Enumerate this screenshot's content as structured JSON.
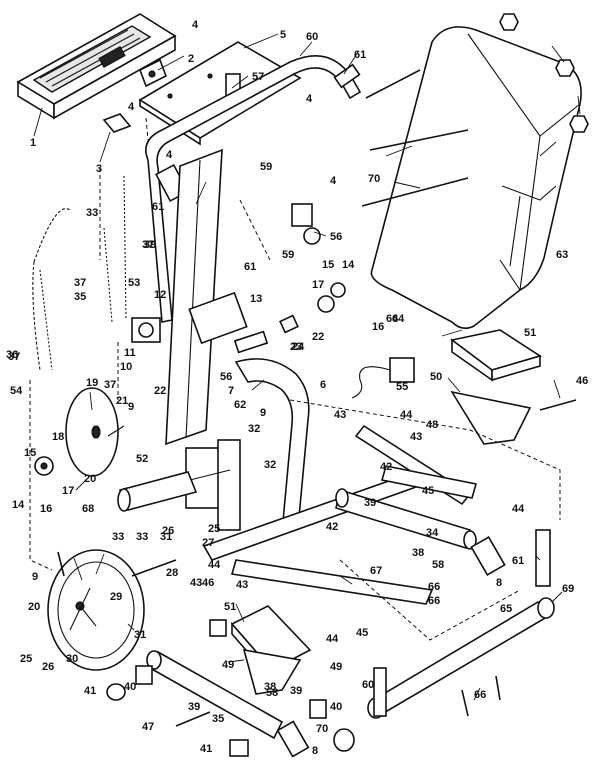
{
  "diagram": {
    "callouts": [
      {
        "id": "c1",
        "label": "1"
      },
      {
        "id": "c2",
        "label": "2"
      },
      {
        "id": "c3",
        "label": "3"
      },
      {
        "id": "c4a",
        "label": "4"
      },
      {
        "id": "c4b",
        "label": "4"
      },
      {
        "id": "c4c",
        "label": "4"
      },
      {
        "id": "c4d",
        "label": "4"
      },
      {
        "id": "c4e",
        "label": "4"
      },
      {
        "id": "c5",
        "label": "5"
      },
      {
        "id": "c6",
        "label": "6"
      },
      {
        "id": "c7",
        "label": "7"
      },
      {
        "id": "c8a",
        "label": "8"
      },
      {
        "id": "c8b",
        "label": "8"
      },
      {
        "id": "c9a",
        "label": "9"
      },
      {
        "id": "c9b",
        "label": "9"
      },
      {
        "id": "c9c",
        "label": "9"
      },
      {
        "id": "c10",
        "label": "10"
      },
      {
        "id": "c11",
        "label": "11"
      },
      {
        "id": "c12",
        "label": "12"
      },
      {
        "id": "c13",
        "label": "13"
      },
      {
        "id": "c14a",
        "label": "14"
      },
      {
        "id": "c14b",
        "label": "14"
      },
      {
        "id": "c15a",
        "label": "15"
      },
      {
        "id": "c15b",
        "label": "15"
      },
      {
        "id": "c16a",
        "label": "16"
      },
      {
        "id": "c16b",
        "label": "16"
      },
      {
        "id": "c17a",
        "label": "17"
      },
      {
        "id": "c17b",
        "label": "17"
      },
      {
        "id": "c18",
        "label": "18"
      },
      {
        "id": "c19",
        "label": "19"
      },
      {
        "id": "c20a",
        "label": "20"
      },
      {
        "id": "c20b",
        "label": "20"
      },
      {
        "id": "c21",
        "label": "21"
      },
      {
        "id": "c22a",
        "label": "22"
      },
      {
        "id": "c22b",
        "label": "22"
      },
      {
        "id": "c23",
        "label": "23"
      },
      {
        "id": "c24",
        "label": "24"
      },
      {
        "id": "c25a",
        "label": "25"
      },
      {
        "id": "c25b",
        "label": "25"
      },
      {
        "id": "c26a",
        "label": "26"
      },
      {
        "id": "c26b",
        "label": "26"
      },
      {
        "id": "c27",
        "label": "27"
      },
      {
        "id": "c28",
        "label": "28"
      },
      {
        "id": "c29",
        "label": "29"
      },
      {
        "id": "c30",
        "label": "30"
      },
      {
        "id": "c31a",
        "label": "31"
      },
      {
        "id": "c31b",
        "label": "31"
      },
      {
        "id": "c32a",
        "label": "32"
      },
      {
        "id": "c32b",
        "label": "32"
      },
      {
        "id": "c33a",
        "label": "33"
      },
      {
        "id": "c33b",
        "label": "33"
      },
      {
        "id": "c33c",
        "label": "33"
      },
      {
        "id": "c34",
        "label": "34"
      },
      {
        "id": "c35a",
        "label": "35"
      },
      {
        "id": "c35b",
        "label": "35"
      },
      {
        "id": "c36",
        "label": "36"
      },
      {
        "id": "c37a",
        "label": "37"
      },
      {
        "id": "c37b",
        "label": "37"
      },
      {
        "id": "c37c",
        "label": "37"
      },
      {
        "id": "c37d",
        "label": "37"
      },
      {
        "id": "c38a",
        "label": "38"
      },
      {
        "id": "c38b",
        "label": "38"
      },
      {
        "id": "c39a",
        "label": "39"
      },
      {
        "id": "c39b",
        "label": "39"
      },
      {
        "id": "c39c",
        "label": "39"
      },
      {
        "id": "c39d",
        "label": "39"
      },
      {
        "id": "c40a",
        "label": "40"
      },
      {
        "id": "c40b",
        "label": "40"
      },
      {
        "id": "c41a",
        "label": "41"
      },
      {
        "id": "c41b",
        "label": "41"
      },
      {
        "id": "c42a",
        "label": "42"
      },
      {
        "id": "c42b",
        "label": "42"
      },
      {
        "id": "c43a",
        "label": "43"
      },
      {
        "id": "c43b",
        "label": "43"
      },
      {
        "id": "c43c",
        "label": "43"
      },
      {
        "id": "c43d",
        "label": "43"
      },
      {
        "id": "c44a",
        "label": "44"
      },
      {
        "id": "c44b",
        "label": "44"
      },
      {
        "id": "c44c",
        "label": "44"
      },
      {
        "id": "c44d",
        "label": "44"
      },
      {
        "id": "c45a",
        "label": "45"
      },
      {
        "id": "c45b",
        "label": "45"
      },
      {
        "id": "c46a",
        "label": "46"
      },
      {
        "id": "c46b",
        "label": "46"
      },
      {
        "id": "c47",
        "label": "47"
      },
      {
        "id": "c48",
        "label": "48"
      },
      {
        "id": "c49a",
        "label": "49"
      },
      {
        "id": "c49b",
        "label": "49"
      },
      {
        "id": "c50",
        "label": "50"
      },
      {
        "id": "c51a",
        "label": "51"
      },
      {
        "id": "c51b",
        "label": "51"
      },
      {
        "id": "c52",
        "label": "52"
      },
      {
        "id": "c53",
        "label": "53"
      },
      {
        "id": "c54",
        "label": "54"
      },
      {
        "id": "c55",
        "label": "55"
      },
      {
        "id": "c56a",
        "label": "56"
      },
      {
        "id": "c56b",
        "label": "56"
      },
      {
        "id": "c57",
        "label": "57"
      },
      {
        "id": "c58a",
        "label": "58"
      },
      {
        "id": "c58b",
        "label": "58"
      },
      {
        "id": "c59a",
        "label": "59"
      },
      {
        "id": "c59b",
        "label": "59"
      },
      {
        "id": "c60a",
        "label": "60"
      },
      {
        "id": "c60b",
        "label": "60"
      },
      {
        "id": "c61a",
        "label": "61"
      },
      {
        "id": "c61b",
        "label": "61"
      },
      {
        "id": "c61c",
        "label": "61"
      },
      {
        "id": "c61d",
        "label": "61"
      },
      {
        "id": "c62",
        "label": "62"
      },
      {
        "id": "c63",
        "label": "63"
      },
      {
        "id": "c64a",
        "label": "64"
      },
      {
        "id": "c64b",
        "label": "64"
      },
      {
        "id": "c65",
        "label": "65"
      },
      {
        "id": "c66a",
        "label": "66"
      },
      {
        "id": "c66b",
        "label": "66"
      },
      {
        "id": "c66c",
        "label": "66"
      },
      {
        "id": "c67",
        "label": "67"
      },
      {
        "id": "c68",
        "label": "68"
      },
      {
        "id": "c69",
        "label": "69"
      },
      {
        "id": "c70a",
        "label": "70"
      },
      {
        "id": "c70b",
        "label": "70"
      }
    ]
  }
}
